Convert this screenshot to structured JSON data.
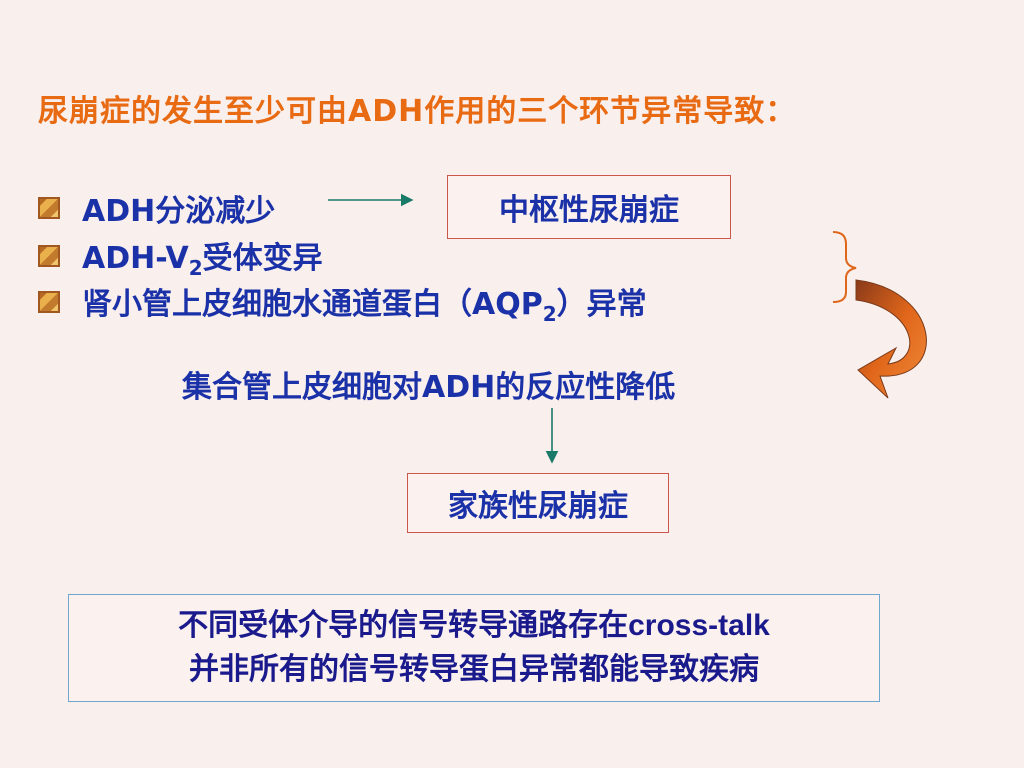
{
  "slide": {
    "title": "尿崩症的发生至少可由ADH作用的三个环节异常导致：",
    "bullets": [
      {
        "text": "ADH分泌减少"
      },
      {
        "text_pre": "ADH-V",
        "sub": "2",
        "text_post": "受体变异"
      },
      {
        "text_pre": "肾小管上皮细胞水通道蛋白（AQP",
        "sub": "2",
        "text_post": "）异常"
      }
    ],
    "central_box": "中枢性尿崩症",
    "mid_text": "集合管上皮细胞对ADH的反应性降低",
    "familial_box": "家族性尿崩症",
    "note": {
      "line1_cn": "不同受体介导的信号转导通路存在",
      "line1_latin": "cross-talk",
      "line2": "并非所有的信号转导蛋白异常都能导致疾病"
    },
    "bullet_icon": "square-bullet-icon",
    "colors": {
      "background": "#f9efed",
      "title": "#e86a12",
      "body_text": "#1a31a8",
      "box_border": "#c9584a",
      "note_border": "#6fa8cf",
      "arrow_line": "#1a7a6a",
      "curved_arrow": "#e0661a"
    }
  }
}
